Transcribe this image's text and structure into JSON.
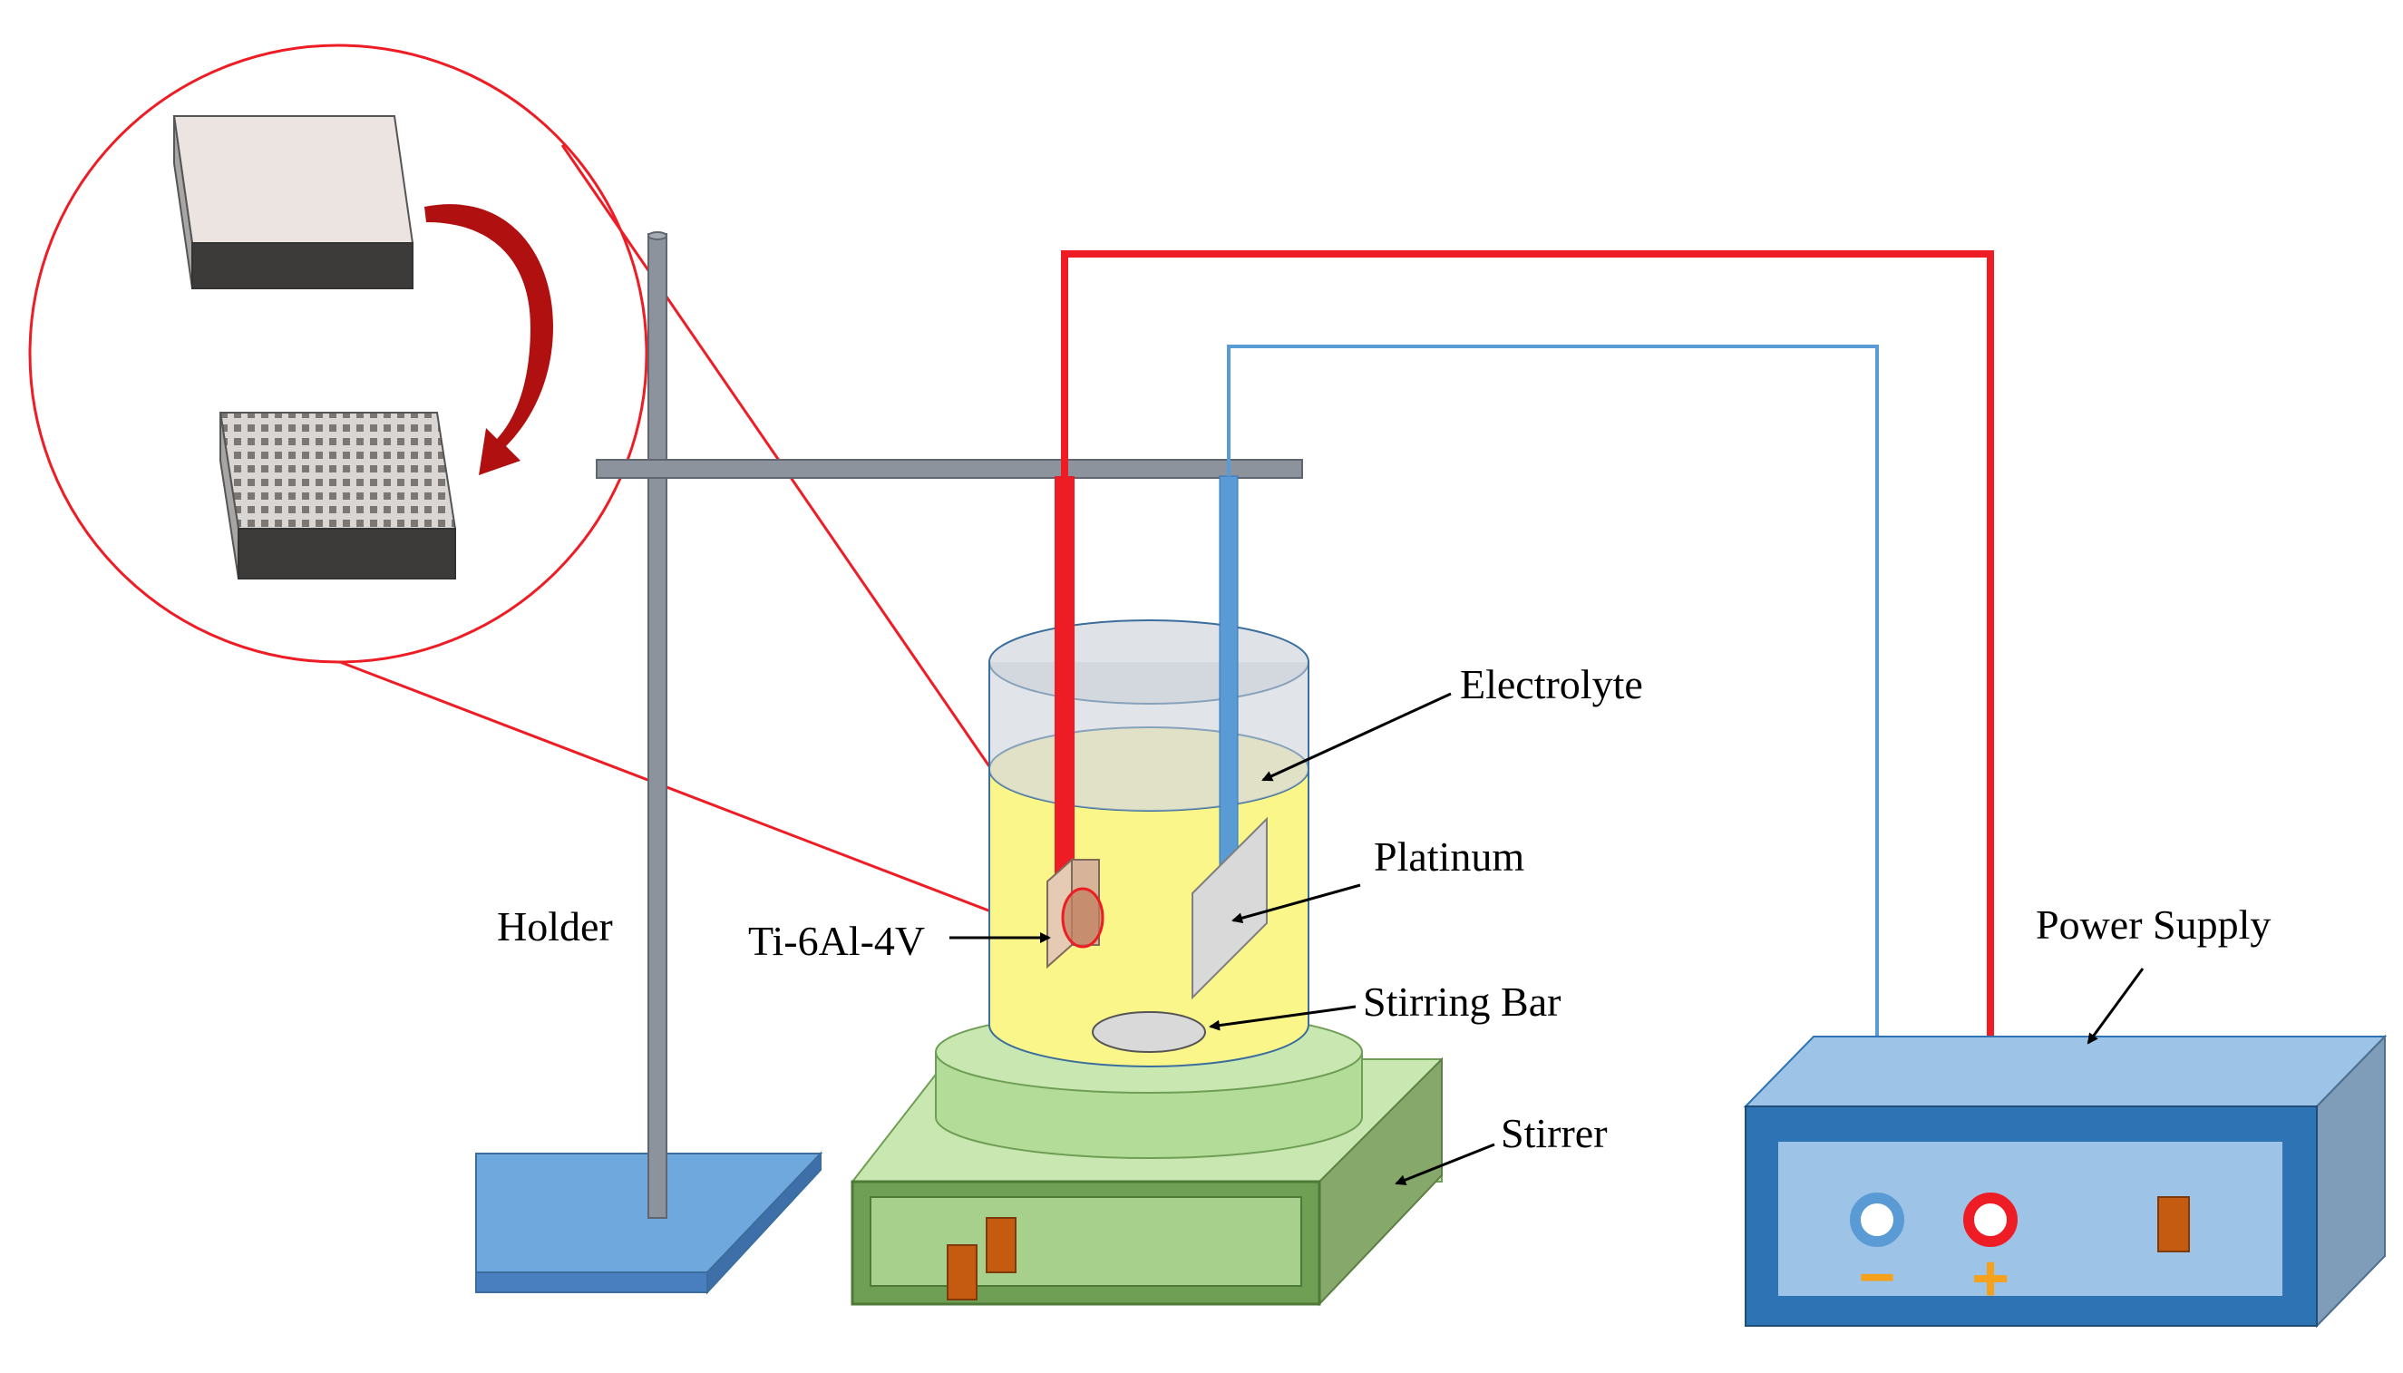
{
  "labels": {
    "electrolyte": "Electrolyte",
    "platinum": "Platinum",
    "holder": "Holder",
    "sample": "Ti-6Al-4V",
    "stirring_bar": "Stirring Bar",
    "power_supply": "Power Supply",
    "stirrer": "Stirrer"
  },
  "terminals": {
    "negative": "−",
    "positive": "+"
  },
  "colors": {
    "anode_wire": "#ee1c24",
    "cathode_wire": "#5b9bd5",
    "electrolyte": "#fbf68a",
    "beaker_glass": "#dfe3e8",
    "stirrer_top": "#c9e7b1",
    "stirrer_body": "#6f9e55",
    "power_supply": "#2e74b5",
    "power_supply_panel": "#9dc3e6",
    "stand_base": "#6fa8dc",
    "rod": "#8c939d",
    "knob": "#c55a11",
    "terminal_symbol": "#f5a11b",
    "arrow": "#b01010"
  }
}
